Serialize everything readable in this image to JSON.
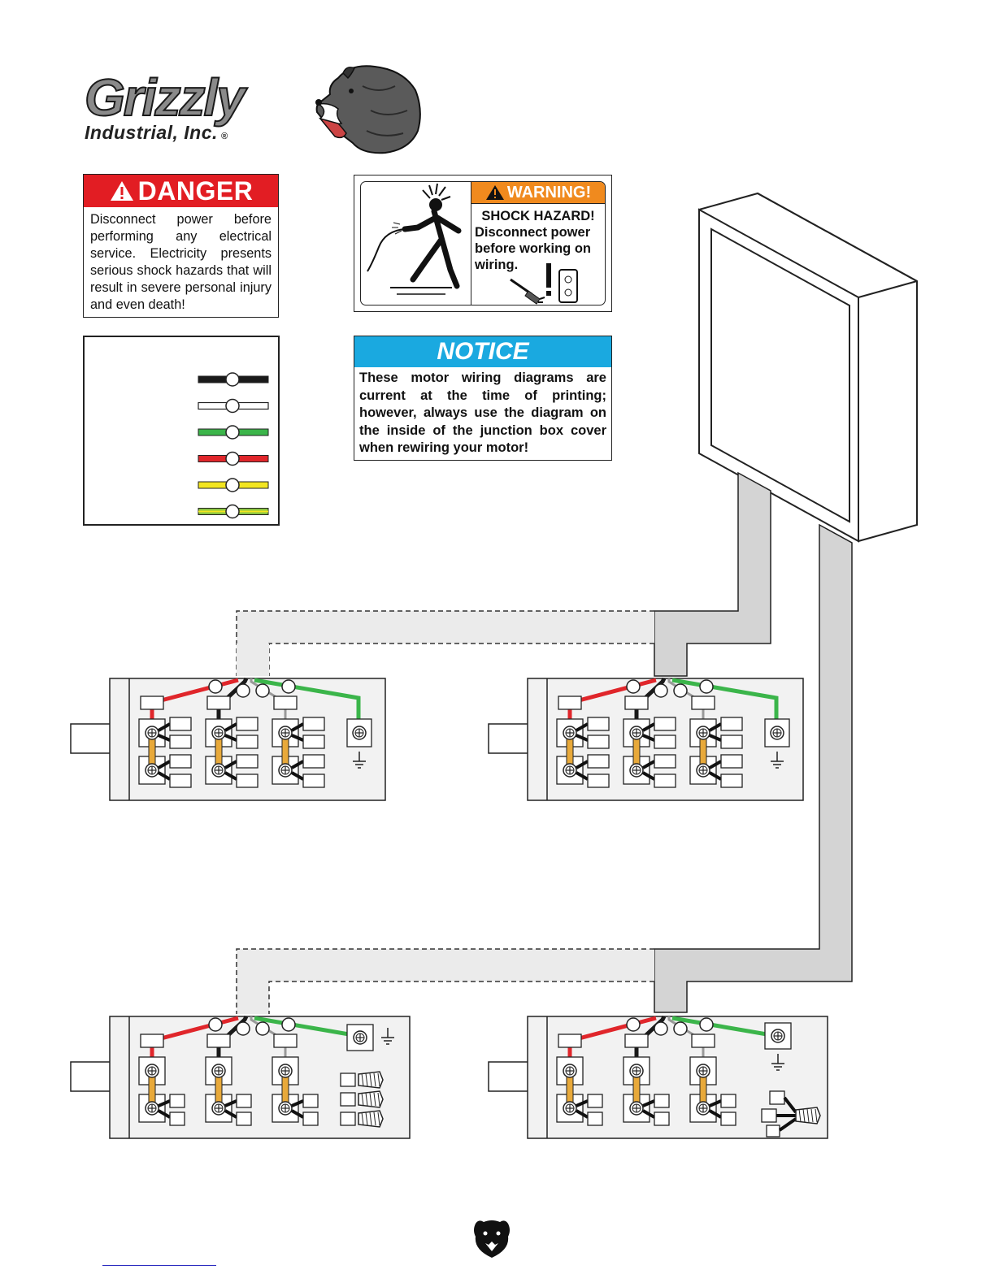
{
  "brand": {
    "logo_text": "Grizzly",
    "company": "Industrial, Inc.",
    "registered_mark": "®"
  },
  "danger": {
    "heading": "DANGER",
    "body": "Disconnect power before performing any electrical service. Electricity presents serious shock hazards that will result in severe personal injury and even death!"
  },
  "warning": {
    "heading": "WARNING!",
    "line1": "SHOCK HAZARD!",
    "body": "Disconnect power before working on wiring."
  },
  "notice": {
    "heading": "NOTICE",
    "body": "These motor wiring diagrams are current at the time of printing; however, always use the diagram on the inside of the junction box cover when rewiring your motor!"
  },
  "legend": {
    "wires": [
      {
        "color": "#1a1a1a",
        "name": "black"
      },
      {
        "color": "#ffffff",
        "name": "white"
      },
      {
        "color": "#3bb54a",
        "name": "green"
      },
      {
        "color": "#e0262b",
        "name": "red"
      },
      {
        "color": "#f2e520",
        "name": "yellow"
      },
      {
        "color": "#8cc63f",
        "name": "green-yellow"
      }
    ]
  },
  "colors": {
    "red_wire": "#e0262b",
    "black_wire": "#1a1a1a",
    "green_wire": "#3bb54a",
    "jumper": "#e8a93a",
    "conduit": "#d4d4d4",
    "panel": "#f2f2f2"
  },
  "icons": [
    "warning-triangle-icon",
    "shock-figure-icon",
    "plug-outlet-icon",
    "ground-symbol-icon",
    "wire-nut-icon",
    "terminal-screw-icon",
    "bear-head-icon"
  ]
}
